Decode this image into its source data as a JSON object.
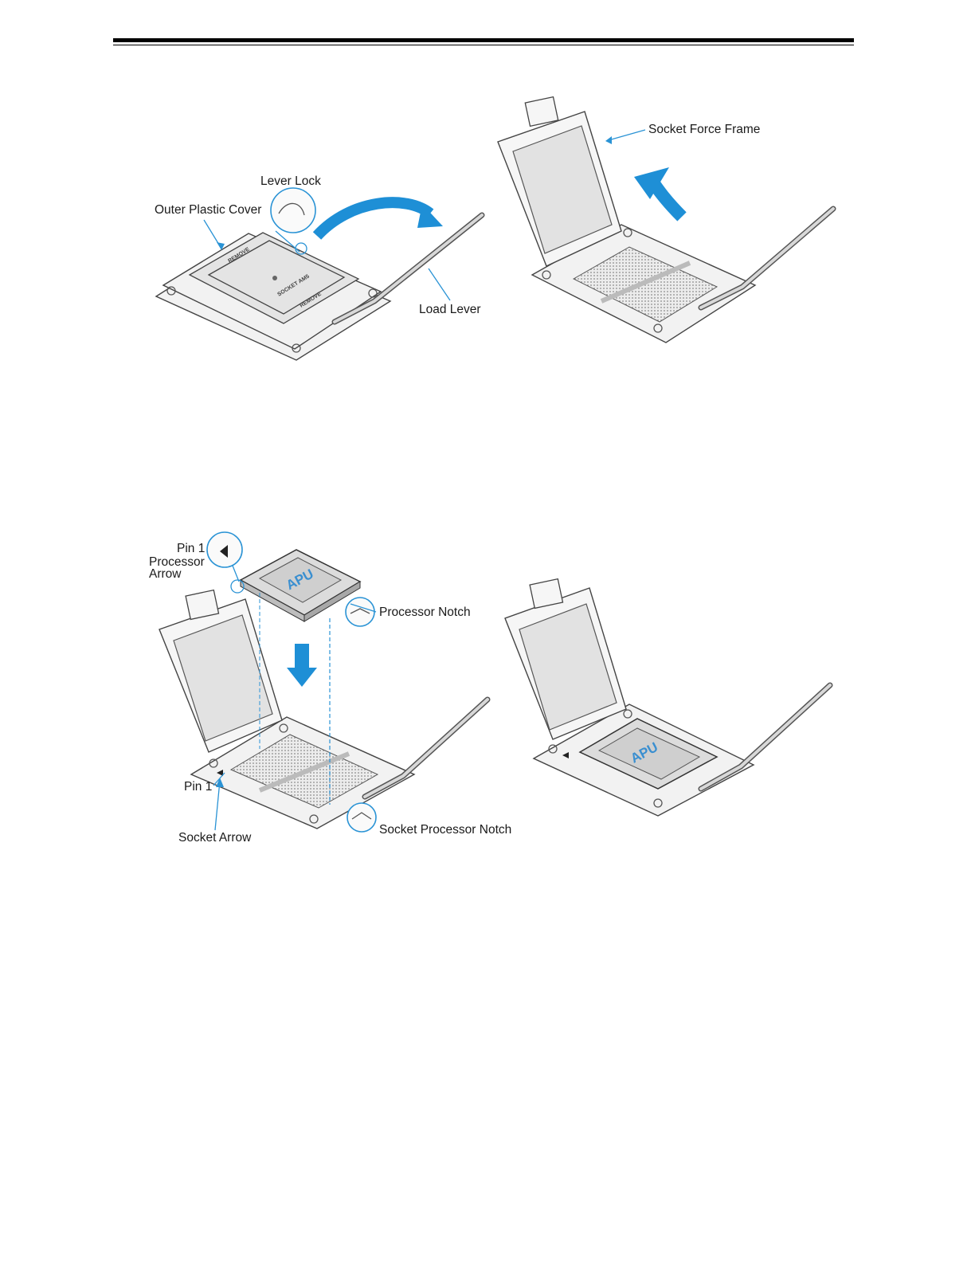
{
  "labels": {
    "socket_force_frame": "Socket Force Frame",
    "lever_lock": "Lever Lock",
    "outer_plastic_cover": "Outer Plastic Cover",
    "load_lever": "Load Lever",
    "pin1_processor_arrow_line1": "Pin 1",
    "pin1_processor_arrow_line2": "Processor",
    "pin1_processor_arrow_line3": "Arrow",
    "processor_notch": "Processor Notch",
    "pin1": "Pin 1",
    "socket_arrow": "Socket Arrow",
    "socket_processor_notch": "Socket Processor Notch"
  },
  "cover_text": {
    "remove_a": "REMOVE",
    "socket_am5": "SOCKET AM5",
    "remove_b": "REMOVE"
  },
  "chip_text": {
    "apu_top": "APU",
    "apu_installed": "APU"
  },
  "colors": {
    "accent_arrow": "#1e8fd6",
    "leader_line": "#2a93d5",
    "rule": "#000000"
  }
}
